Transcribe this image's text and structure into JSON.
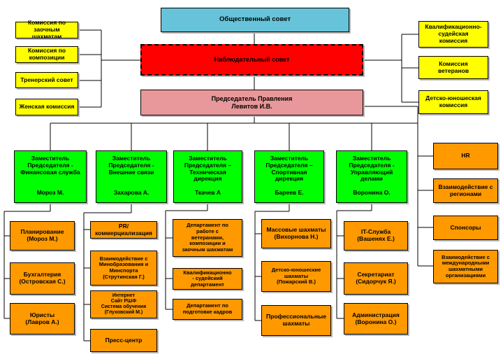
{
  "public_council": "Общественный совет",
  "supervisory_board": "Наблюдательный совет",
  "chairman": "Председатель Правления\nЛевитов И.В.",
  "left_commissions": [
    "Комиссия по\nзаочным шахматам",
    "Комиссия по\nкомпозиции",
    "Тренерский совет",
    "Женская комиссия"
  ],
  "right_commissions": [
    "Квалификационно-\nсудейская\nкомиссия",
    "Комиссия\nветеранов",
    "Детско-юношеская\nкомиссия"
  ],
  "deputies": [
    {
      "title": "Заместитель\nПредседателя -\nФинансовая служба",
      "name": "Мороз М."
    },
    {
      "title": "Заместитель\nПредседателя -\nВнешние связи",
      "name": "Захарова А."
    },
    {
      "title": "Заместитель\nПредседателя –\nТехническая\nдирекция",
      "name": "Ткачев А"
    },
    {
      "title": "Заместитель\nПредседателя –\nСпортивная\nдирекция",
      "name": "Бареев Е."
    },
    {
      "title": "Заместитель\nПредседателя -\nУправляющий\nделами",
      "name": "Воронина О."
    }
  ],
  "finance_units": [
    "Планирование\n(Мороз М.)",
    "Бухгалтерия\n(Островская С.)",
    "Юристы\n(Лавров А.)"
  ],
  "external_units": [
    "PR/\nкоммерциализация",
    "Взаимодействие с\nМинобразования и\nМинспорта\n(Струтинская Г.)",
    "Интернет\nСайт РШФ\nСистема обучения\n(Глуховский М.)",
    "Пресс-центр"
  ],
  "technical_units": [
    "Департамент по\nработе с\nветеранами,\nкомпозиции и\nзаочным шахматам",
    "Квалификационно\n- судейский\nдепартамент",
    "Департамент по\nподготовке кадров"
  ],
  "sport_units": [
    "Массовые шахматы\n(Вихорнова Н.)",
    "Детско-юношеские\nшахматы\n(Пожарский В.)",
    "Профессиональные\nшахматы"
  ],
  "admin_units": [
    "IT-Служба\n(Вашенях Е.)",
    "Секретариат\n(Сидорчук Я.)",
    "Администрация\n(Воронина О.)"
  ],
  "right_units": [
    "HR",
    "Взаимодействие с\nрегионами",
    "Спонсоры",
    "Взаимодействие с\nмеждународными\nшахматными\nорганизациями"
  ],
  "colors": {
    "public_council": "#66c3d9",
    "supervisory_board": "#ff0000",
    "chairman": "#e8979a",
    "commission": "#ffff00",
    "deputy": "#00ff00",
    "unit": "#ff9900"
  }
}
